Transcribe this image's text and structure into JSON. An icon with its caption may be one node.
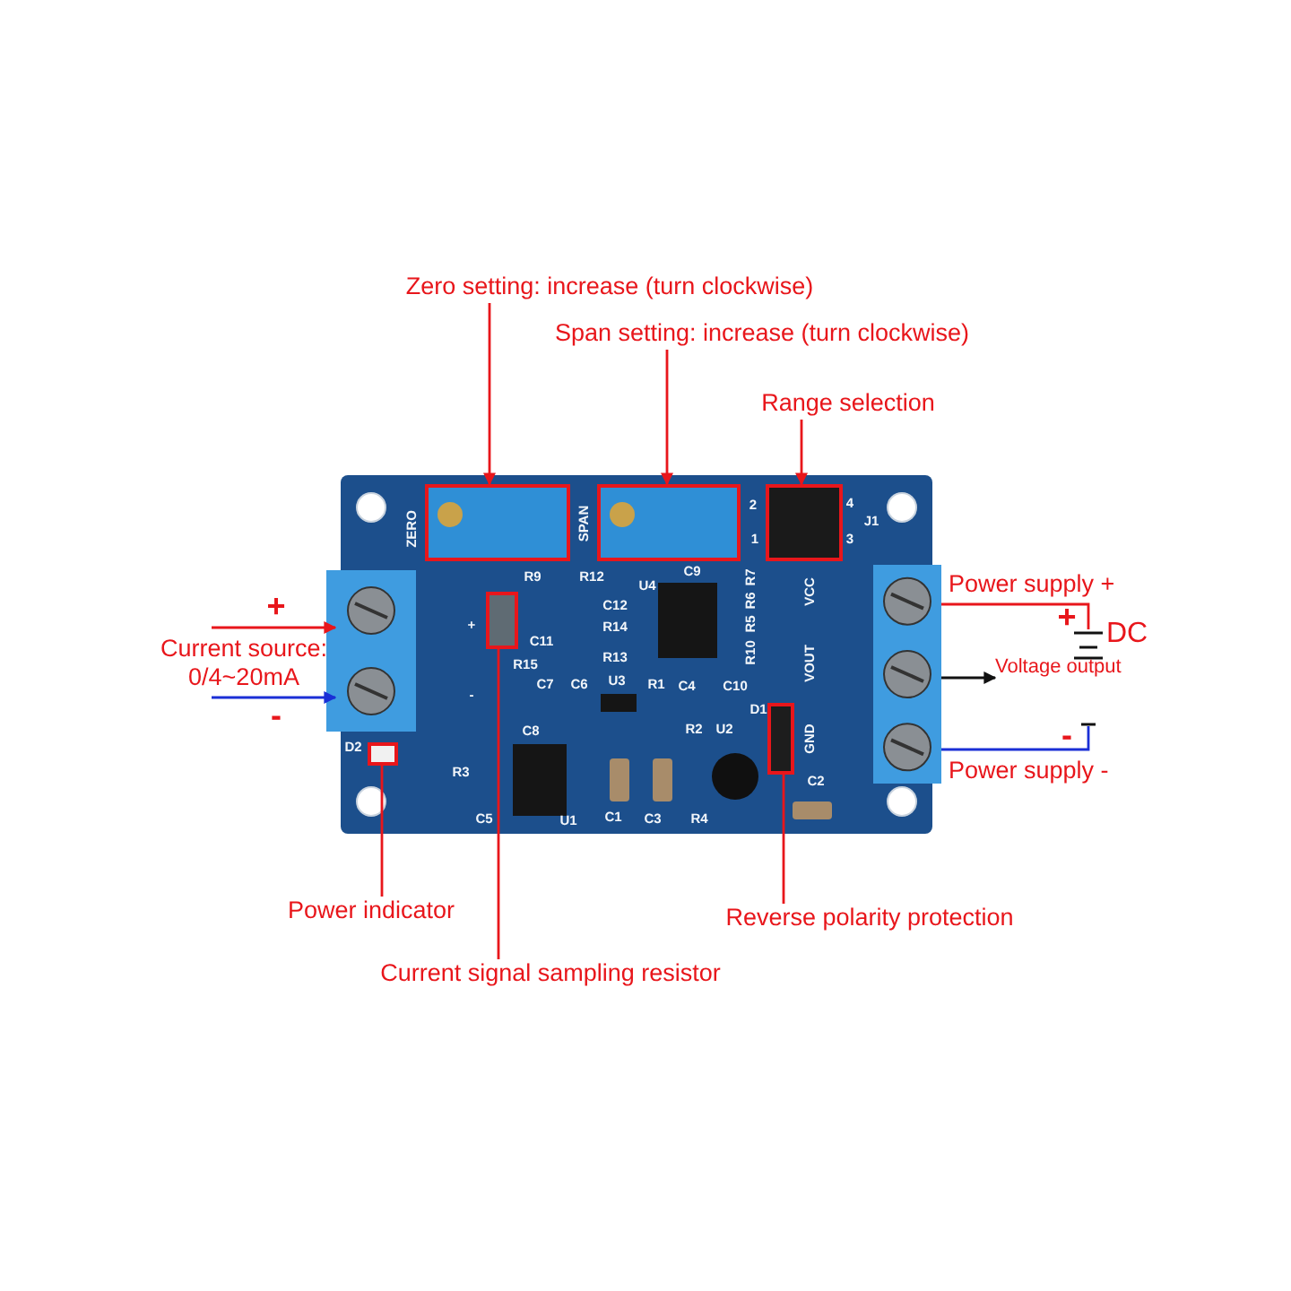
{
  "diagram": {
    "nodes": [
      {
        "text": [
          "Zero setting: increase (turn clockwise)"
        ]
      },
      {
        "text": [
          "Span setting: increase (turn clockwise)"
        ]
      },
      {
        "text": [
          "Range selection"
        ]
      },
      {
        "text": [],
        "shape": "picture"
      },
      {
        "text": [],
        "shape": "box",
        "in": 3
      },
      {
        "text": [],
        "shape": "box",
        "in": 3
      },
      {
        "text": [],
        "shape": "box",
        "in": 3
      },
      {
        "text": [
          "Current source: 0/4~20mA"
        ]
      },
      {
        "text": [],
        "shape": "box"
      },
      {
        "text": [],
        "shape": "box"
      },
      {
        "text": [],
        "shape": "battery",
        "beside": [
          "DC"
        ]
      },
      {
        "text": [
          "Voltage output"
        ]
      },
      {
        "text": [],
        "shape": "box",
        "in": 3
      },
      {
        "text": [],
        "shape": "box",
        "in": 3
      },
      {
        "text": [],
        "shape": "box",
        "in": 3
      },
      {
        "text": [
          "Power indicator"
        ]
      },
      {
        "text": [
          "Current signal sampling resistor"
        ]
      },
      {
        "text": [
          "Reverse polarity protection"
        ]
      }
    ],
    "edges": [
      {
        "from": 0,
        "to": 4,
        "arrow": "to"
      },
      {
        "from": 1,
        "to": 5,
        "arrow": "to"
      },
      {
        "from": 2,
        "to": 6,
        "arrow": "to"
      },
      {
        "from": 7,
        "to": 8,
        "arrow": "to"
      },
      {
        "from": 7,
        "to": 8,
        "arrow": "to",
        "color": "#1a2fd6"
      },
      {
        "from": 9,
        "to": 10,
        "arrow": "none"
      },
      {
        "from": 9,
        "to": 10,
        "arrow": "none",
        "color": "#1a2fd6"
      },
      {
        "from": 9,
        "to": 11,
        "arrow": "to",
        "color": "#111111"
      },
      {
        "from": 15,
        "to": 13,
        "arrow": "none"
      },
      {
        "from": 16,
        "to": 12,
        "arrow": "none"
      },
      {
        "from": 17,
        "to": 14,
        "arrow": "none"
      }
    ],
    "labels": [
      "+",
      "-",
      "ZERO",
      "SPAN",
      "2",
      "4",
      "J1",
      "1",
      "3",
      "R9",
      "R12",
      "C9",
      "R7",
      "U4",
      "C12",
      "R6",
      "R14",
      "R5",
      "C11",
      "R10",
      "R13",
      "R15",
      "+",
      "VCC",
      "C7",
      "C6",
      "U3",
      "R1",
      "C4",
      "C10",
      "-",
      "D1",
      "VOUT",
      "C8",
      "R2",
      "U2",
      "D2",
      "R3",
      "GND",
      "C2",
      "C5",
      "U1",
      "C1",
      "C3",
      "R4",
      "Power supply +",
      "+",
      "-",
      "Power supply -"
    ]
  }
}
